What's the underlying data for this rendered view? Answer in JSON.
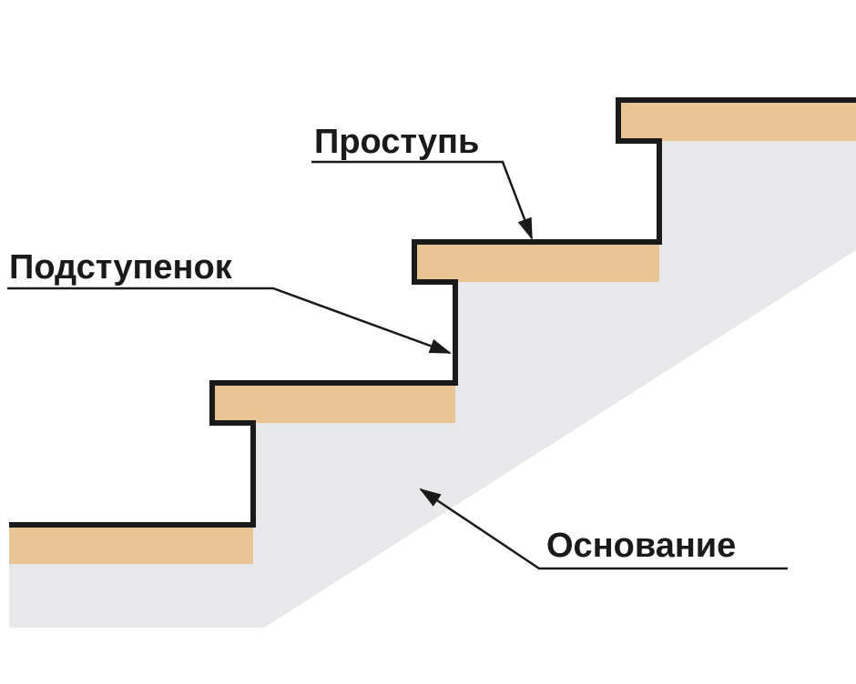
{
  "labels": {
    "tread": "Проступь",
    "riser": "Подступенок",
    "base": "Основание"
  },
  "colors": {
    "wood": "#E9C596",
    "outline": "#1a1a1a",
    "base_fill": "#E8E8EA",
    "background": "#FFFFFF"
  }
}
